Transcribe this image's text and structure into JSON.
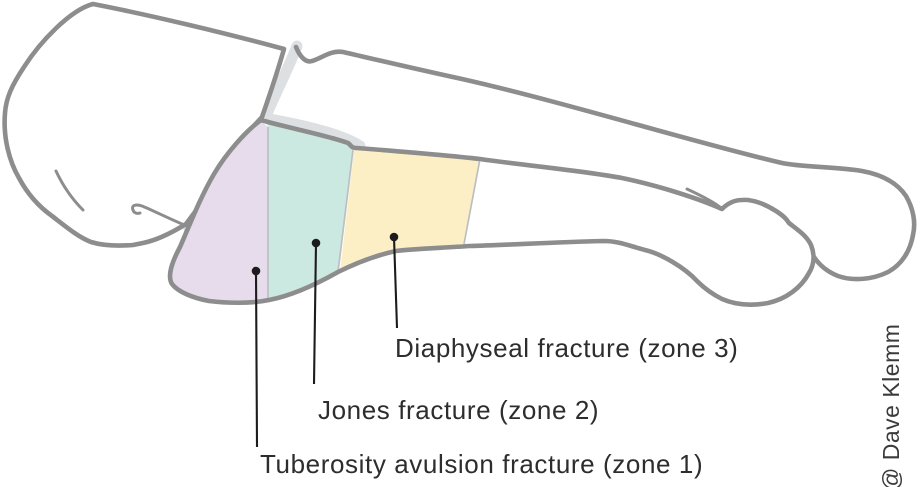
{
  "diagram": {
    "description": "Lateral view of the fifth metatarsal with cuboid, showing three proximal fracture zones",
    "zones": [
      {
        "id": "zone1",
        "label": "Tuberosity avulsion fracture (zone 1)",
        "color": "#e6dcec"
      },
      {
        "id": "zone2",
        "label": "Jones fracture (zone 2)",
        "color": "#cbe9e0"
      },
      {
        "id": "zone3",
        "label": "Diaphyseal fracture (zone 3)",
        "color": "#fcefc5"
      }
    ],
    "credit": {
      "text": "@ Dave Klemm"
    },
    "colors": {
      "outline": "#8d8d8d",
      "cartilage": "#dde0e2",
      "divider": "#bcbfc1",
      "leader": "#1c1c1c",
      "text": "#2d2d2d",
      "credit": "#3b3b3b",
      "bg": "#ffffff"
    }
  }
}
